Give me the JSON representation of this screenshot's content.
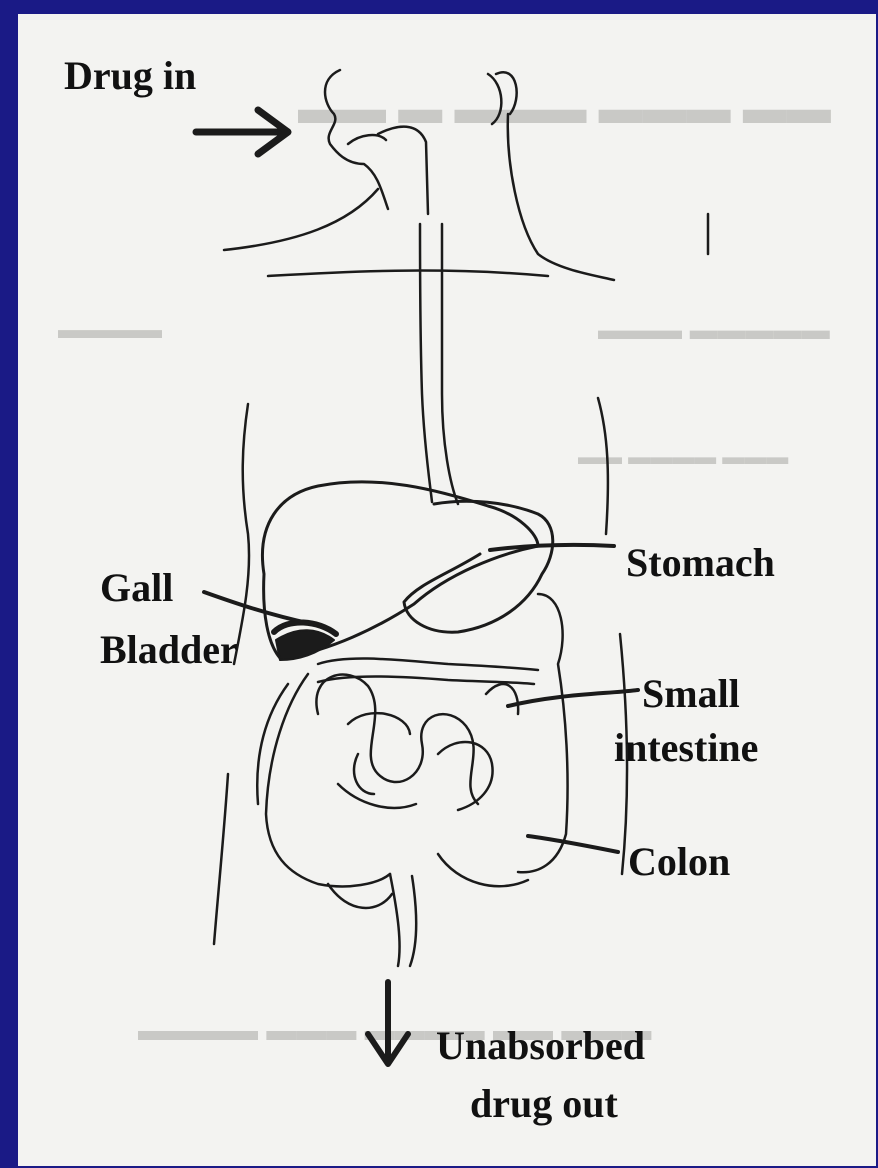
{
  "labels": {
    "drug_in": "Drug in",
    "stomach": "Stomach",
    "gall": "Gall",
    "bladder": "Bladder",
    "small": "Small",
    "intestine": "intestine",
    "colon": "Colon",
    "unabsorbed": "Unabsorbed",
    "drug_out": "drug out"
  },
  "colors": {
    "frame": "#1a1a86",
    "paper": "#f3f3f1",
    "ink": "#111111"
  }
}
